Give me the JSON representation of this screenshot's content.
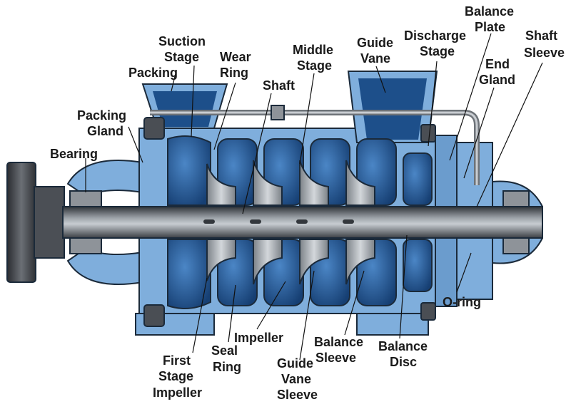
{
  "colors": {
    "casing": "#7faedc",
    "casing_dark": "#2f5f99",
    "chamber": "#1d4f8a",
    "chamber_light": "#3c76b8",
    "steel": "#8e9399",
    "steel_light": "#c9cdd2",
    "shaft": "#5b6067",
    "motor": "#3e4146"
  },
  "labels": {
    "bearing": "Bearing",
    "packing_gland": [
      "Packing",
      "Gland"
    ],
    "packing": "Packing",
    "suction_stage": [
      "Suction",
      "Stage"
    ],
    "wear_ring": [
      "Wear",
      "Ring"
    ],
    "shaft": "Shaft",
    "middle_stage": [
      "Middle",
      "Stage"
    ],
    "guide_vane": [
      "Guide",
      "Vane"
    ],
    "discharge_stage": [
      "Discharge",
      "Stage"
    ],
    "balance_plate": [
      "Balance",
      "Plate"
    ],
    "end_gland": [
      "End",
      "Gland"
    ],
    "shaft_sleeve": [
      "Shaft",
      "Sleeve"
    ],
    "o_ring": "O-ring",
    "first_stage_impeller": [
      "First",
      "Stage",
      "Impeller"
    ],
    "seal_ring": [
      "Seal",
      "Ring"
    ],
    "impeller": "Impeller",
    "guide_vane_sleeve": [
      "Guide",
      "Vane",
      "Sleeve"
    ],
    "balance_sleeve": [
      "Balance",
      "Sleeve"
    ],
    "balance_disc": [
      "Balance",
      "Disc"
    ]
  }
}
